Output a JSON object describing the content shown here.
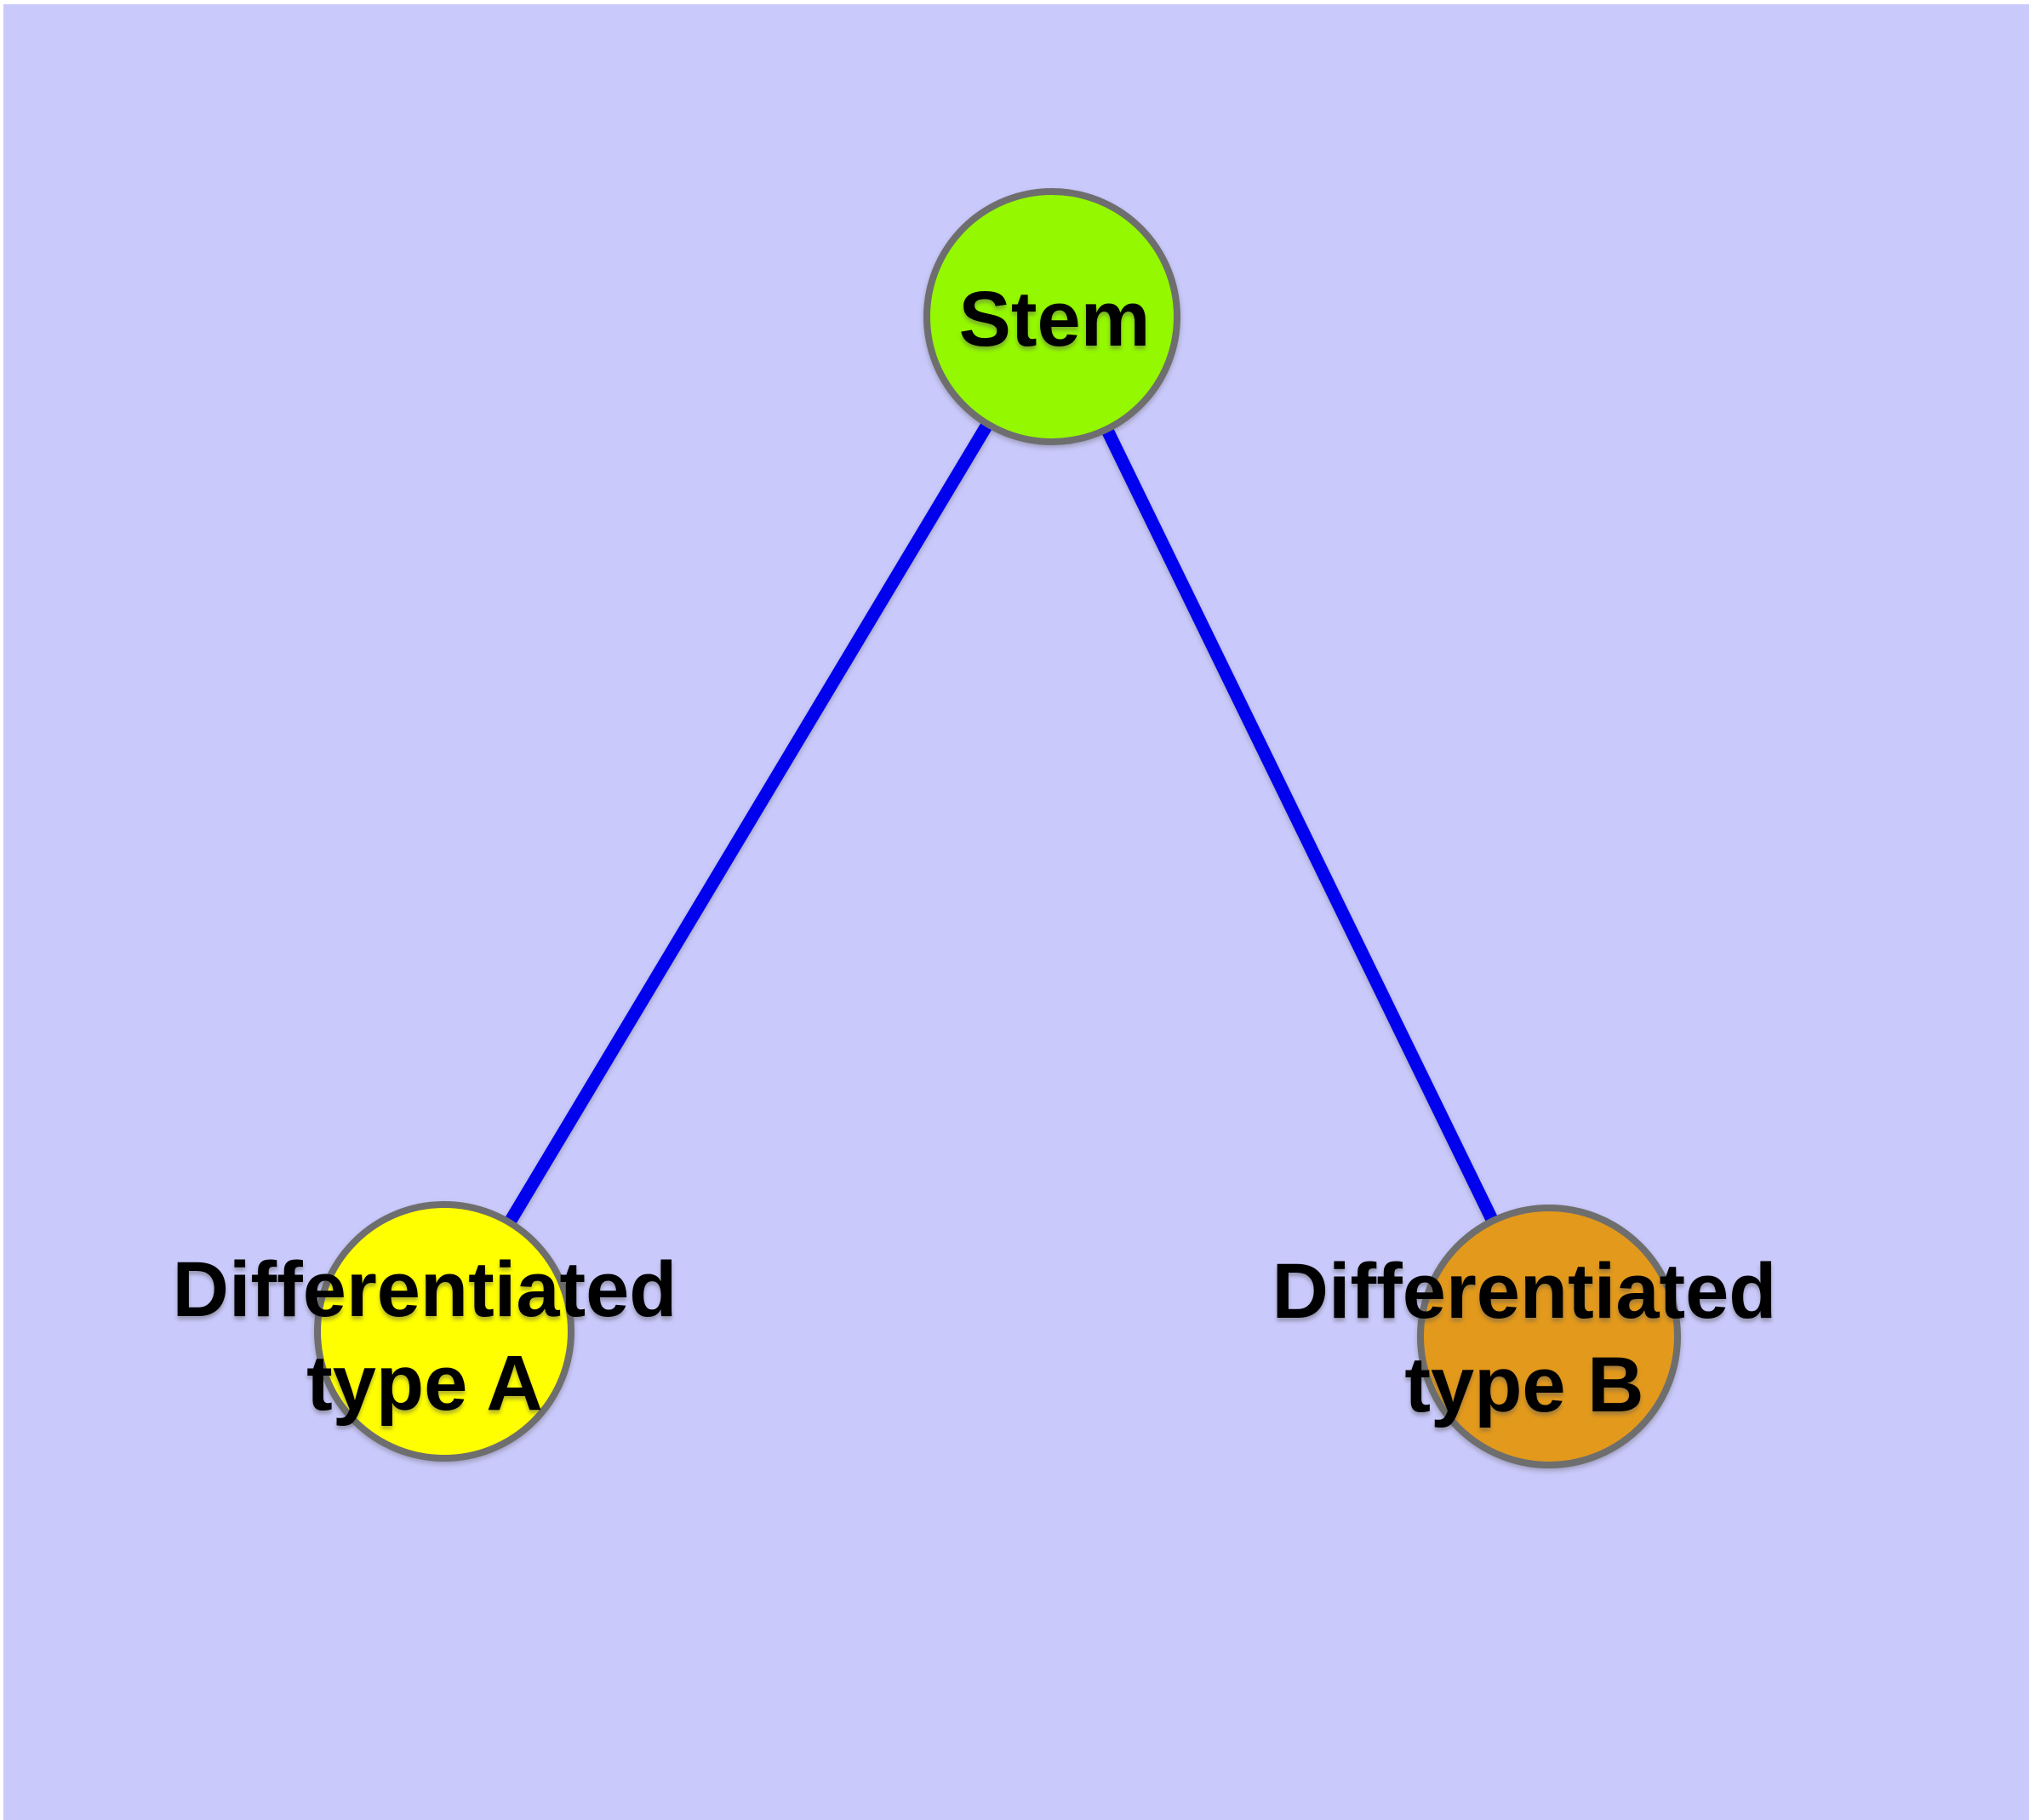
{
  "diagram": {
    "page_color": "#FFFFFF",
    "background_color": "#C9C9FB",
    "edge_color": "#0101EE",
    "node_border_color": "#6E6E6E",
    "label_color": "#000000",
    "nodes": [
      {
        "id": "stem",
        "label": "Stem",
        "color": "#93F800"
      },
      {
        "id": "differentiated-type-a",
        "label": "Differentiated\ntype A",
        "color": "#FFFF00"
      },
      {
        "id": "differentiated-type-b",
        "label": "Differentiated\ntype B",
        "color": "#E2991C"
      }
    ],
    "edges": [
      {
        "source": "Stem",
        "target": "Differentiated type A"
      },
      {
        "source": "Stem",
        "target": "Differentiated type B"
      }
    ]
  }
}
